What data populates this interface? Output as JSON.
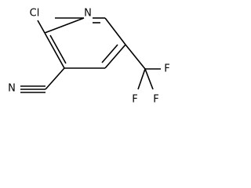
{
  "molecule": {
    "atoms": {
      "chlorine": "Cl",
      "ring_nitrogen": "N",
      "nitrile_nitrogen": "N",
      "fluorine_1": "F",
      "fluorine_2": "F",
      "fluorine_3": "F"
    }
  },
  "colors": {
    "stroke": "#000000",
    "background": "#ffffff"
  }
}
